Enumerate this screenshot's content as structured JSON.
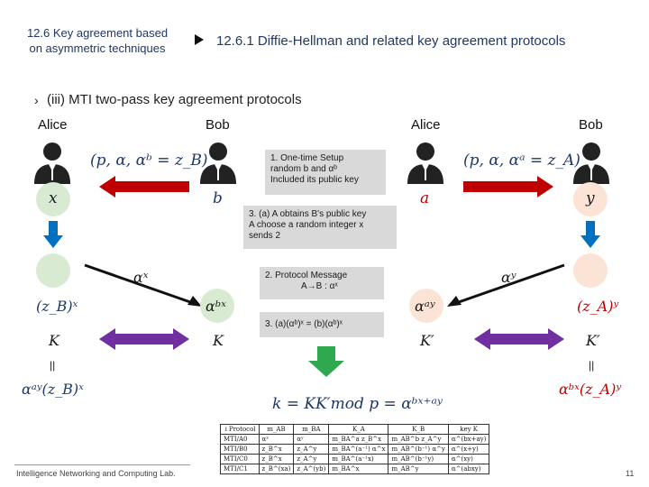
{
  "header": {
    "left_title_line1": "12.6 Key agreement based",
    "left_title_line2": "on asymmetric techniques",
    "right_title": "12.6.1 Diffie-Hellman and related key agreement protocols"
  },
  "subheading": "(iii) MTI two-pass key agreement protocols",
  "left_party": {
    "alice": "Alice",
    "bob": "Bob"
  },
  "right_party": {
    "alice": "Alice",
    "bob": "Bob"
  },
  "left_diagram": {
    "public_key_tuple": "(p, α, αᵇ = z_B)",
    "alice_secret": "x",
    "bob_secret": "b",
    "message": "αˣ",
    "alice_value": "(z_B)ˣ",
    "bob_value": "αᵇˣ",
    "alice_key": "K",
    "bob_key": "K",
    "equals_sign": "||",
    "alice_expansion": "αᵃʸ(z_B)ˣ"
  },
  "right_diagram": {
    "public_key_tuple": "(p, α, αᵃ = z_A)",
    "alice_secret": "a",
    "bob_secret": "y",
    "message": "αʸ",
    "alice_value": "αᵃʸ",
    "bob_value": "(z_A)ʸ",
    "alice_key": "K′",
    "bob_key": "K′",
    "equals_sign": "||",
    "bob_expansion": "αᵇˣ(z_A)ʸ"
  },
  "steps": {
    "step1_line1": "1. One-time Setup",
    "step1_line2": "random b and αᵇ",
    "step1_line3": "Included its public key",
    "step3a_line1": "3. (a) A obtains B's public key",
    "step3a_line2": "A choose a random integer x",
    "step3a_line3": "sends 2",
    "step2_line1": "2. Protocol Message",
    "step2_line2": "A→B : αˣ",
    "step3_text": "3. (a)(αᵇ)ˣ = (b)(αᵇ)ˣ"
  },
  "final_equation": "k = KK′mod p = αᵇˣ⁺ᵃʸ",
  "table": {
    "headers": [
      "↓Protocol",
      "m_AB",
      "m_BA",
      "K_A",
      "K_B",
      "key K"
    ],
    "rows": [
      [
        "MTI/A0",
        "αˣ",
        "αʸ",
        "m_BA^a z_B^x",
        "m_AB^b z_A^y",
        "α^(bx+ay)"
      ],
      [
        "MTI/B0",
        "z_B^x",
        "z_A^y",
        "m_BA^(a⁻¹) α^x",
        "m_AB^(b⁻¹) α^y",
        "α^(x+y)"
      ],
      [
        "MTI/C0",
        "z_B^x",
        "z_A^y",
        "m_BA^(a⁻¹x)",
        "m_AB^(b⁻¹y)",
        "α^(xy)"
      ],
      [
        "MTI/C1",
        "z_B^(xa)",
        "z_A^(yb)",
        "m_BA^x",
        "m_AB^y",
        "α^(abxy)"
      ]
    ]
  },
  "footer": {
    "org": "Intelligence Networking and Computing Lab.",
    "page": "11"
  },
  "colors": {
    "title": "#1f3864",
    "green_circle": "#d9ead3",
    "peach_circle": "#fbe3d6",
    "red_arrow": "#c00000",
    "blue_arrow": "#0070c0",
    "purple_arrow": "#7030a0",
    "green_arrow": "#2fa84f",
    "grey_box": "#d9d9d9",
    "red_text": "#c00000"
  }
}
